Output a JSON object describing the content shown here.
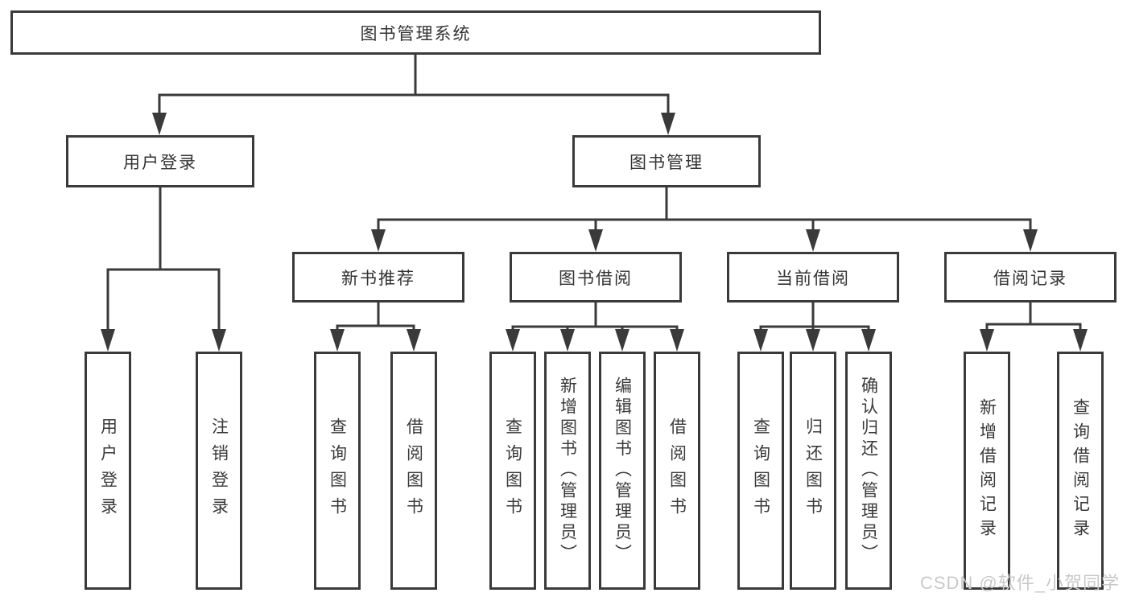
{
  "tree": {
    "root": {
      "label": "图书管理系统"
    },
    "login": {
      "label": "用户登录",
      "children": [
        {
          "label": "用户登录"
        },
        {
          "label": "注销登录"
        }
      ]
    },
    "mgmt": {
      "label": "图书管理",
      "groups": [
        {
          "label": "新书推荐",
          "children": [
            {
              "label": "查询图书"
            },
            {
              "label": "借阅图书"
            }
          ]
        },
        {
          "label": "图书借阅",
          "children": [
            {
              "label": "查询图书"
            },
            {
              "label": "新增图书（管理员）"
            },
            {
              "label": "编辑图书（管理员）"
            },
            {
              "label": "借阅图书"
            }
          ]
        },
        {
          "label": "当前借阅",
          "children": [
            {
              "label": "查询图书"
            },
            {
              "label": "归还图书"
            },
            {
              "label": "确认归还（管理员）"
            }
          ]
        },
        {
          "label": "借阅记录",
          "children": [
            {
              "label": "新增借阅记录"
            },
            {
              "label": "查询借阅记录"
            }
          ]
        }
      ]
    }
  },
  "watermark": "CSDN @软件_小贺同学",
  "colors": {
    "line": "#3a3a3a",
    "box_bg": "#ffffff",
    "text": "#333333",
    "watermark": "#c9c9c9"
  }
}
